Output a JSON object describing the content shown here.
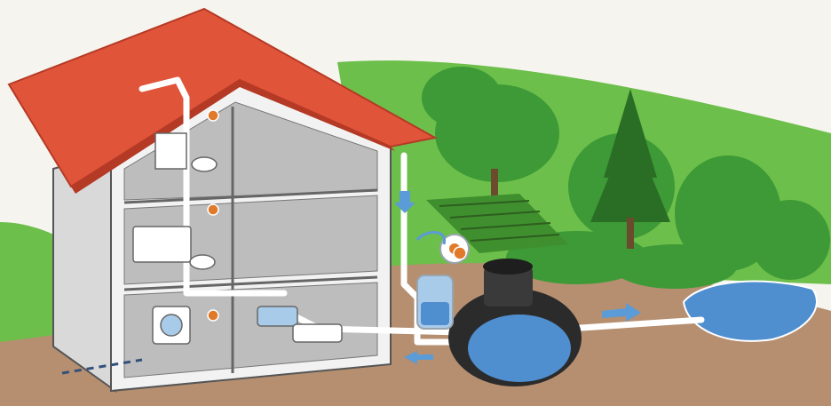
{
  "diagram": {
    "subject": "rainwater-harvesting-system",
    "colors": {
      "sky": "#f6f4ee",
      "grass": "#6cbf4a",
      "grass_dark": "#3f8f2e",
      "soil": "#b58f70",
      "soil_dark": "#8d6a50",
      "roof": "#e0543a",
      "roof_dark": "#b53a25",
      "wall": "#f2f2f2",
      "room_floor": "#bdbdbd",
      "pipe": "#ffffff",
      "pipe_outline": "#9aa4ad",
      "water": "#4f8fcf",
      "water_light": "#a9cbea",
      "tank_body": "#2b2b2b",
      "tree": "#3d9a36",
      "tree_dark": "#2a6e26",
      "flow_arrow": "#5a9bd8",
      "accent_orange": "#e07a2a"
    },
    "components": [
      {
        "id": "house",
        "icon": "house-cutaway"
      },
      {
        "id": "roof",
        "icon": "roof-tiles"
      },
      {
        "id": "downpipe",
        "icon": "rain-downpipe"
      },
      {
        "id": "filter",
        "icon": "water-filter"
      },
      {
        "id": "underground-tank",
        "icon": "cistern-tank"
      },
      {
        "id": "pump",
        "icon": "house-pump"
      },
      {
        "id": "washing-machine",
        "icon": "washing-machine"
      },
      {
        "id": "toilets",
        "icon": "toilet"
      },
      {
        "id": "garden-hose-reel",
        "icon": "hose-reel"
      },
      {
        "id": "overflow-pond",
        "icon": "infiltration-pond"
      },
      {
        "id": "vegetable-garden",
        "icon": "garden-bed"
      },
      {
        "id": "trees",
        "icon": "trees"
      }
    ]
  }
}
